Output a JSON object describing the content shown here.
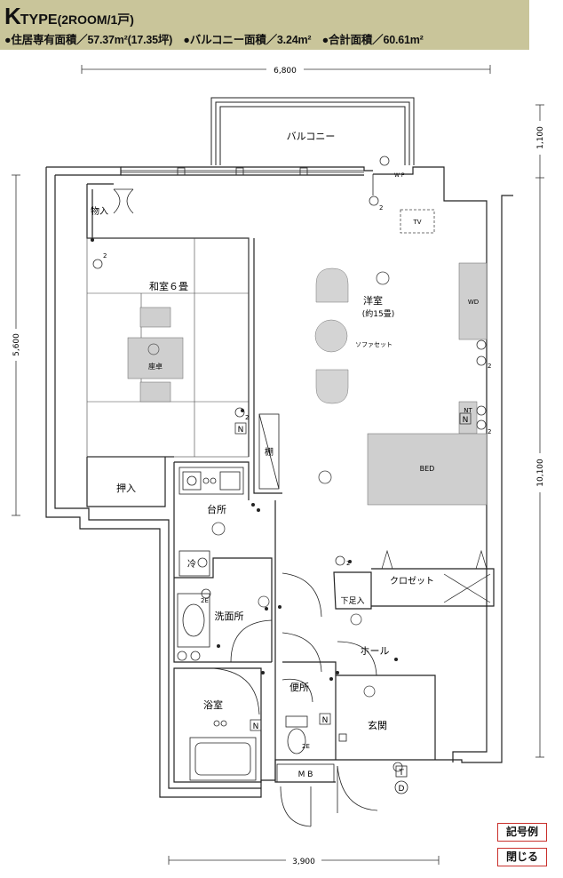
{
  "header": {
    "type_letter": "K",
    "type_rest": "TYPE",
    "type_sub": "(2ROOM/1戸)",
    "specs": "●住居専有面積／57.37m²(17.35坪)　●バルコニー面積／3.24m²　●合計面積／60.61m²"
  },
  "dimensions": {
    "top": "6,800",
    "bottom": "3,900",
    "left": "5,600",
    "right_upper": "1,100",
    "right_lower": "10,100"
  },
  "rooms": {
    "balcony": "バルコニー",
    "storage": "物入",
    "washitsu": "和室６畳",
    "zataku": "座卓",
    "oshiire": "押入",
    "shelf": "棚",
    "yoshitsu": "洋室",
    "yoshitsu_size": "(約15畳)",
    "sofa": "ソファセット",
    "tv": "TV",
    "wd": "WD",
    "nt": "NT",
    "bed": "BED",
    "kitchen": "台所",
    "fridge": "冷",
    "closet": "クロゼット",
    "shoe": "下足入",
    "washroom": "洗面所",
    "hall": "ホール",
    "toilet": "便所",
    "bath": "浴室",
    "entrance": "玄関",
    "mb": "M B"
  },
  "symbols": {
    "wp": "W P",
    "n": "N",
    "two": "2",
    "two_e": "2E",
    "t": "T",
    "d": "D"
  },
  "buttons": {
    "legend": "記号例",
    "close": "閉じる"
  }
}
